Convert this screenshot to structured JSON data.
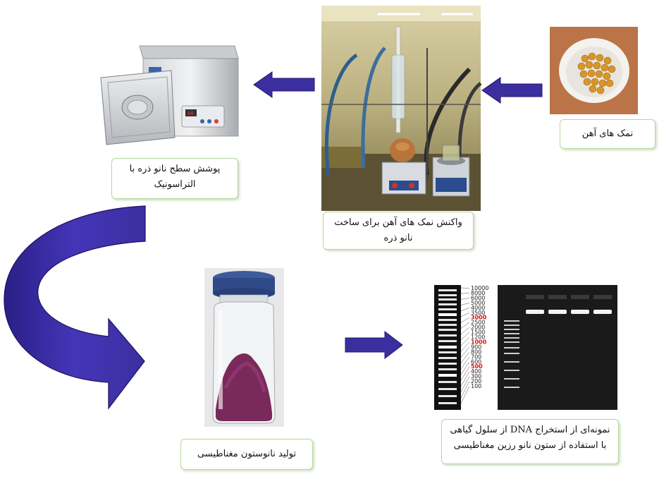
{
  "boxes": {
    "iron_salts": "نمک های آهن",
    "reaction": "واکنش نمک های آهن برای ساخت نانو ذره",
    "coating": "پوشش سطح نانو ذره با التراسونیک",
    "column": "تولید نانوستون مغناطیسی",
    "dna": "نمونه‌ای از استخراج DNA از سلول گیاهی با استفاده از ستون نانو رزین مغناطیسی"
  },
  "ladder": [
    "10000",
    "8000",
    "6000",
    "5000",
    "4000",
    "3500",
    "3000",
    "2500",
    "2000",
    "1500",
    "1200",
    "1000",
    "900",
    "800",
    "700",
    "600",
    "500",
    "400",
    "300",
    "200",
    "100"
  ],
  "ladder_highlight": [
    "3000",
    "1000",
    "500"
  ],
  "colors": {
    "arrow": "#3b2fa0",
    "arrow_dark": "#201670",
    "box_border": "#b5d89a"
  }
}
